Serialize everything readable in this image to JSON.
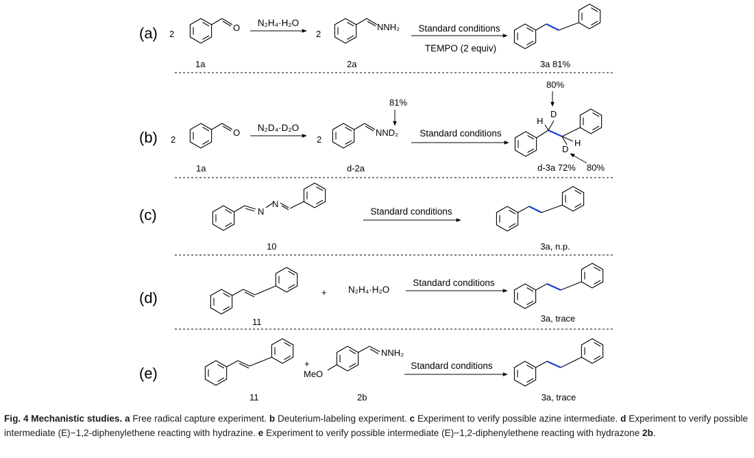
{
  "rows": {
    "a": {
      "panel": "(a)",
      "coef_1": "2",
      "label_1a": "1a",
      "reagent": "N₂H₄·H₂O",
      "coef_2": "2",
      "group_2a": "NNH₂",
      "label_2a": "2a",
      "conditions": "Standard conditions",
      "additive": "TEMPO (2 equiv)",
      "product_label": "3a 81%"
    },
    "b": {
      "panel": "(b)",
      "coef_1": "2",
      "label_1a": "1a",
      "reagent": "N₂D₄·D₂O",
      "coef_2": "2",
      "group_d2a": "NND₂",
      "incorp_top": "81%",
      "label_d2a": "d-2a",
      "conditions": "Standard conditions",
      "incorp_product_top": "80%",
      "atom_h1": "H",
      "atom_d1": "D",
      "atom_h2": "H",
      "atom_d2": "D",
      "product_label": "d-3a 72%",
      "incorp_product_bottom": "80%"
    },
    "c": {
      "panel": "(c)",
      "atom_n1": "N",
      "atom_n2": "N",
      "label_10": "10",
      "conditions": "Standard conditions",
      "product_label": "3a, n.p."
    },
    "d": {
      "panel": "(d)",
      "plus": "+",
      "reagent": "N₂H₄·H₂O",
      "label_11": "11",
      "conditions": "Standard conditions",
      "product_label": "3a, trace"
    },
    "e": {
      "panel": "(e)",
      "plus": "+",
      "group_nnh2": "NNH₂",
      "group_meo": "MeO",
      "label_11": "11",
      "label_2b": "2b",
      "conditions": "Standard conditions",
      "product_label": "3a, trace"
    }
  },
  "caption": {
    "fig_label": "Fig. 4",
    "title": "Mechanistic studies.",
    "a_key": "a",
    "a_text": "Free radical capture experiment.",
    "b_key": "b",
    "b_text": "Deuterium-labeling experiment.",
    "c_key": "c",
    "c_text": "Experiment to verify possible azine intermediate.",
    "d_key": "d",
    "d_text": "Experiment to verify possible intermediate (E)−1,2-diphenylethene reacting with hydrazine.",
    "e_key": "e",
    "e_text": "Experiment to verify possible intermediate (E)−1,2-diphenylethene reacting with hydrazone",
    "e_compound": "2b",
    "e_end": "."
  },
  "colors": {
    "highlight_bond": "#1a3ccf",
    "caption_text": "#1a1a1a"
  },
  "icons": {
    "arrow": "reaction-arrow",
    "ring": "benzene-ring"
  }
}
